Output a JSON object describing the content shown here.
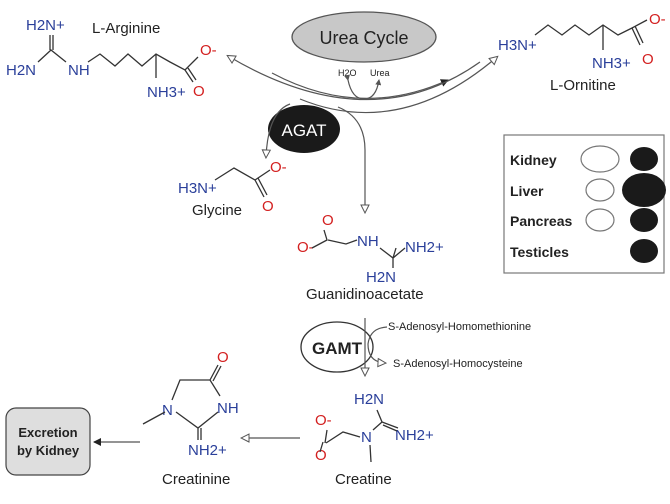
{
  "title": "Creatine biosynthesis pathway",
  "urea_cycle": {
    "label": "Urea Cycle",
    "inputs": [
      "H2O",
      "Urea"
    ]
  },
  "molecules": {
    "arginine": {
      "name": "L-Arginine",
      "groups": [
        "H2N+",
        "H2N",
        "NH",
        "NH3+",
        "O-",
        "O"
      ]
    },
    "ornithine": {
      "name": "L-Ornitine",
      "groups": [
        "H3N+",
        "NH3+",
        "O-",
        "O"
      ]
    },
    "glycine": {
      "name": "Glycine",
      "groups": [
        "H3N+",
        "O-",
        "O"
      ]
    },
    "guanidinoacetate": {
      "name": "Guanidinoacetate",
      "groups": [
        "O",
        "O-",
        "NH",
        "NH2+",
        "H2N"
      ]
    },
    "creatine": {
      "name": "Creatine",
      "groups": [
        "H2N",
        "NH2+",
        "N",
        "O-",
        "O"
      ]
    },
    "creatinine": {
      "name": "Creatinine",
      "groups": [
        "O",
        "N",
        "NH",
        "NH2+"
      ]
    }
  },
  "enzymes": {
    "agat": "AGAT",
    "gamt": "GAMT",
    "gamt_substrate": "S-Adenosyl-Homomethionine",
    "gamt_product": "S-Adenosyl-Homocysteine"
  },
  "excretion": {
    "line1": "Excretion",
    "line2": "by Kidney"
  },
  "legend": {
    "rows": [
      {
        "organ": "Kidney",
        "agat": "medium",
        "gamt": "medium"
      },
      {
        "organ": "Liver",
        "agat": "small",
        "gamt": "large"
      },
      {
        "organ": "Pancreas",
        "agat": "small",
        "gamt": "medium"
      },
      {
        "organ": "Testicles",
        "agat": "none",
        "gamt": "medium"
      }
    ]
  }
}
